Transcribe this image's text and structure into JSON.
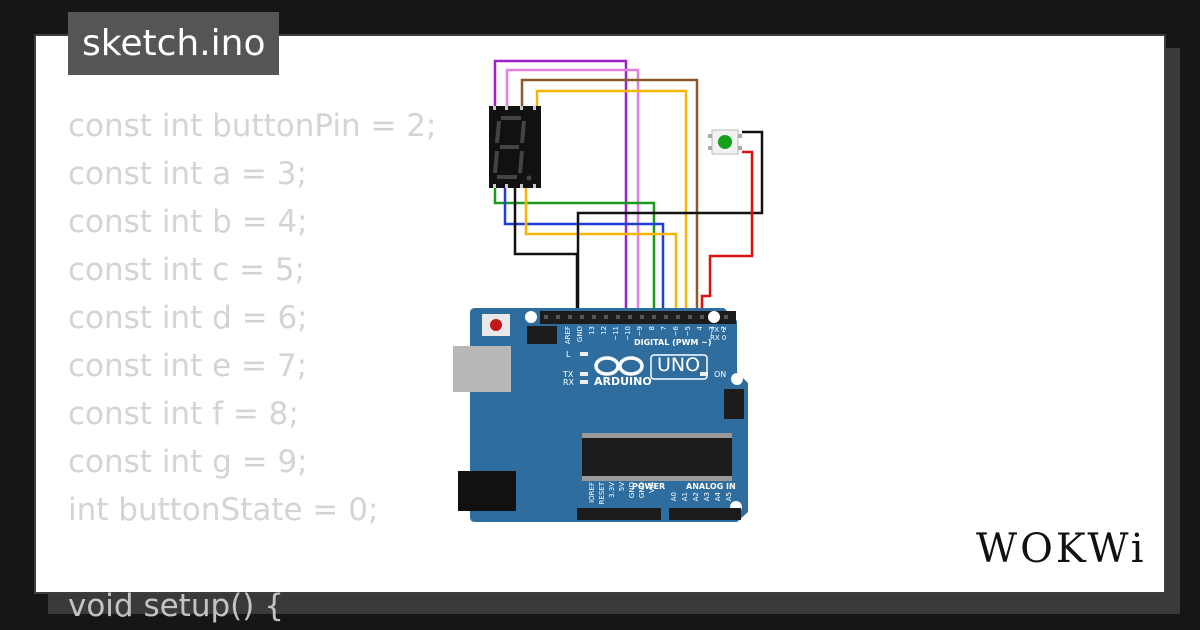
{
  "tab": {
    "filename": "sketch.ino"
  },
  "code_lines": [
    "const int buttonPin = 2;",
    "const int a = 3;",
    "const int b = 4;",
    "const int c = 5;",
    "const int d = 6;",
    "const int e = 7;",
    "const int f = 8;",
    "const int g = 9;",
    "int buttonState = 0;",
    "",
    "void setup() {"
  ],
  "board": {
    "brand": "ARDUINO",
    "model": "UNO",
    "digital_label": "DIGITAL (PWM ~)",
    "power_label": "POWER",
    "analog_label": "ANALOG IN",
    "led_l": "L",
    "led_tx": "TX",
    "led_rx": "RX",
    "led_on": "ON",
    "top_pins": [
      "AREF",
      "GND",
      "13",
      "12",
      "~11",
      "~10",
      "~9",
      "8",
      "7",
      "~6",
      "~5",
      "4",
      "~3",
      "2",
      "TX 1",
      "RX 0"
    ],
    "power_pins": [
      "IOREF",
      "RESET",
      "3.3V",
      "5V",
      "GND",
      "GND",
      "Vin"
    ],
    "analog_pins": [
      "A0",
      "A1",
      "A2",
      "A3",
      "A4",
      "A5"
    ]
  },
  "brand_logo": "WOKWi",
  "colors": {
    "board": "#2e6d9e",
    "wire_purple": "#a020c8",
    "wire_pink": "#e27fe3",
    "wire_brown": "#8b5a2b",
    "wire_yellow": "#f2b705",
    "wire_green": "#1a9a1a",
    "wire_blue": "#1f3fd6",
    "wire_black": "#111111",
    "wire_red": "#e01010"
  }
}
